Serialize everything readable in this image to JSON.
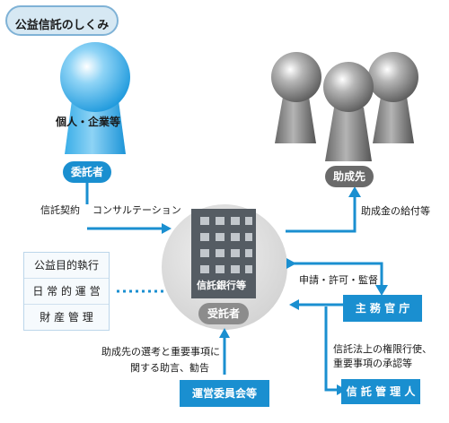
{
  "title": "公益信託のしくみ",
  "entrustor": {
    "name": "個人・企業等",
    "role": "委託者"
  },
  "beneficiary": {
    "role": "助成先"
  },
  "trustee": {
    "name": "信託銀行等",
    "role": "受託者"
  },
  "arrows": {
    "contract": "信託契約",
    "consultation": "コンサルテーション",
    "grant": "助成金の給付等",
    "application": "申請・許可・監督",
    "manager_powers_1": "信託法上の権限行使、",
    "manager_powers_2": "重要事項の承認等",
    "committee_1": "助成先の選考と重要事項に",
    "committee_2": "関する助言、勧告"
  },
  "duties": [
    "公益目的執行",
    "日 常 的 運 営",
    "財 産 管 理"
  ],
  "authority": "主 務 官 庁",
  "trust_manager": "信 託 管 理 人",
  "committee": "運営委員会等",
  "colors": {
    "accent": "#1a8fd0",
    "light_blue": "#3fb1ea",
    "gray_figure": "#6a6a6a"
  }
}
